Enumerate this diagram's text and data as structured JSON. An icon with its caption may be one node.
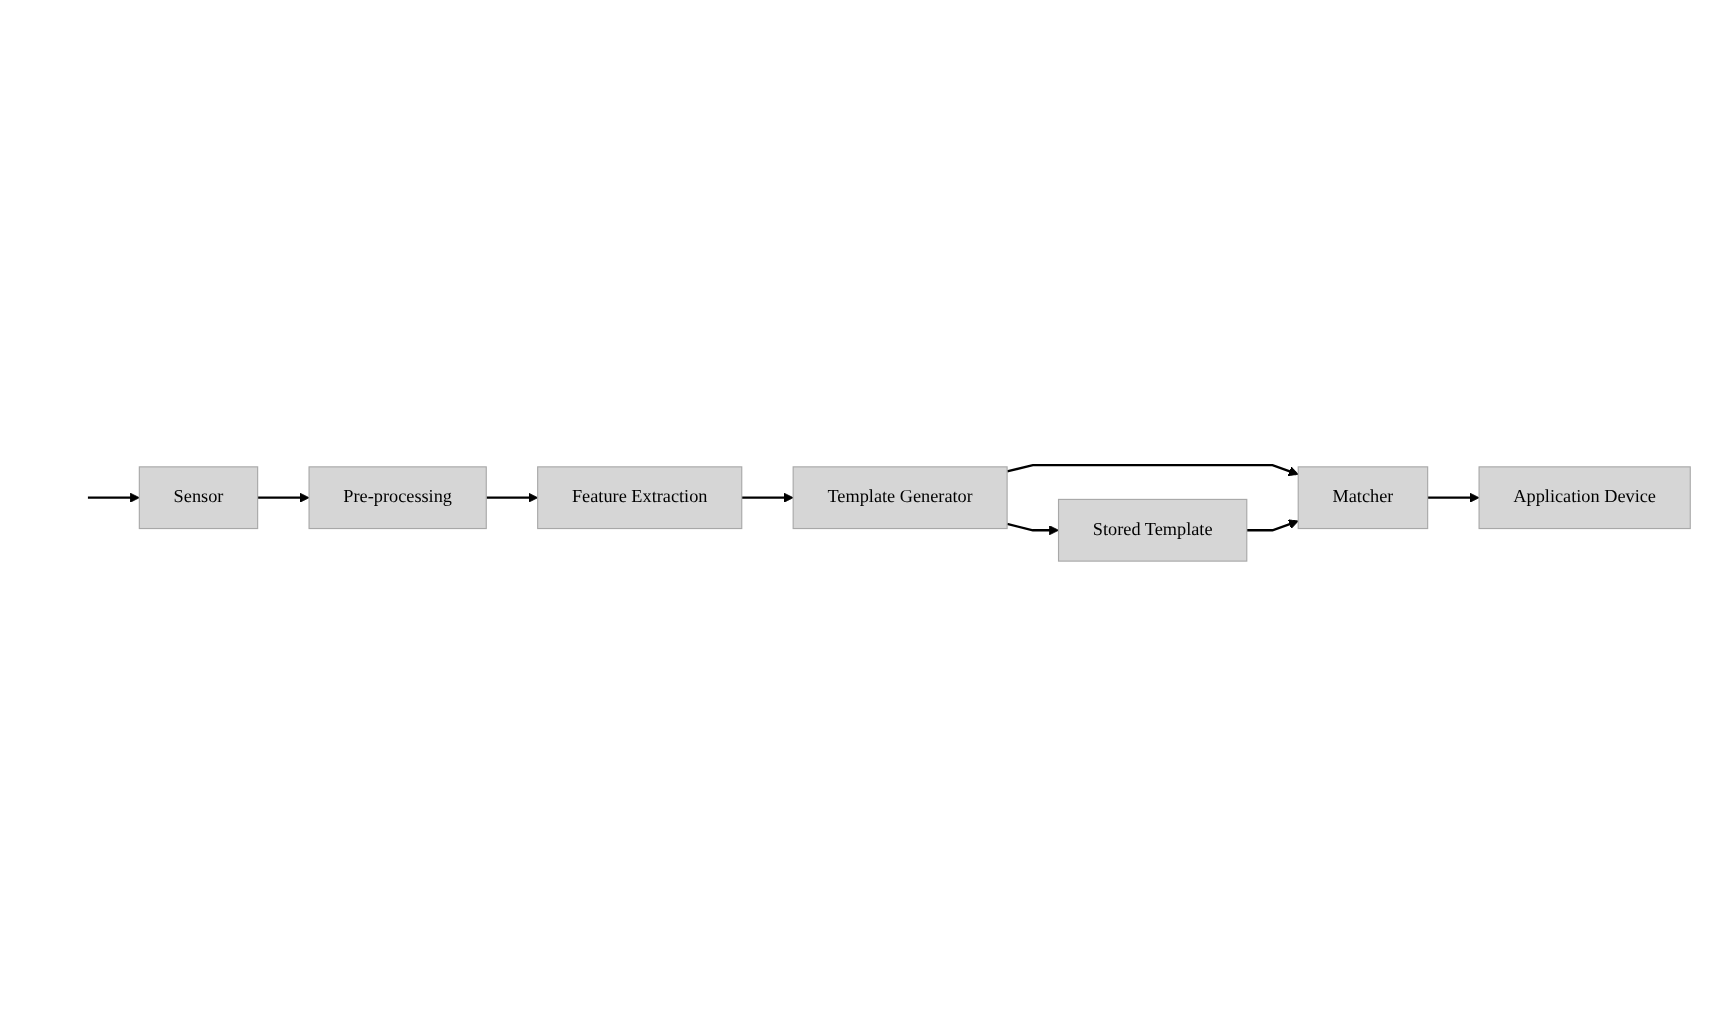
{
  "diagram": {
    "nodes": [
      {
        "text": [
          "Sensor"
        ]
      },
      {
        "text": [
          "Pre-processing"
        ]
      },
      {
        "text": [
          "Feature Extraction"
        ]
      },
      {
        "text": [
          "Template Generator"
        ]
      },
      {
        "text": [
          "Matcher"
        ]
      },
      {
        "text": [
          "Application Device"
        ]
      },
      {
        "text": [
          "Stored Template"
        ]
      }
    ],
    "edges": [
      {
        "from": null,
        "to": 0,
        "arrow": "to"
      },
      {
        "from": 0,
        "to": 1,
        "arrow": "to"
      },
      {
        "from": 1,
        "to": 2,
        "arrow": "to"
      },
      {
        "from": 2,
        "to": 3,
        "arrow": "to"
      },
      {
        "from": 3,
        "to": 4,
        "arrow": "to"
      },
      {
        "from": 4,
        "to": 5,
        "arrow": "to"
      },
      {
        "from": 3,
        "to": 6,
        "arrow": "to"
      },
      {
        "from": 6,
        "to": 4,
        "arrow": "to"
      }
    ]
  }
}
